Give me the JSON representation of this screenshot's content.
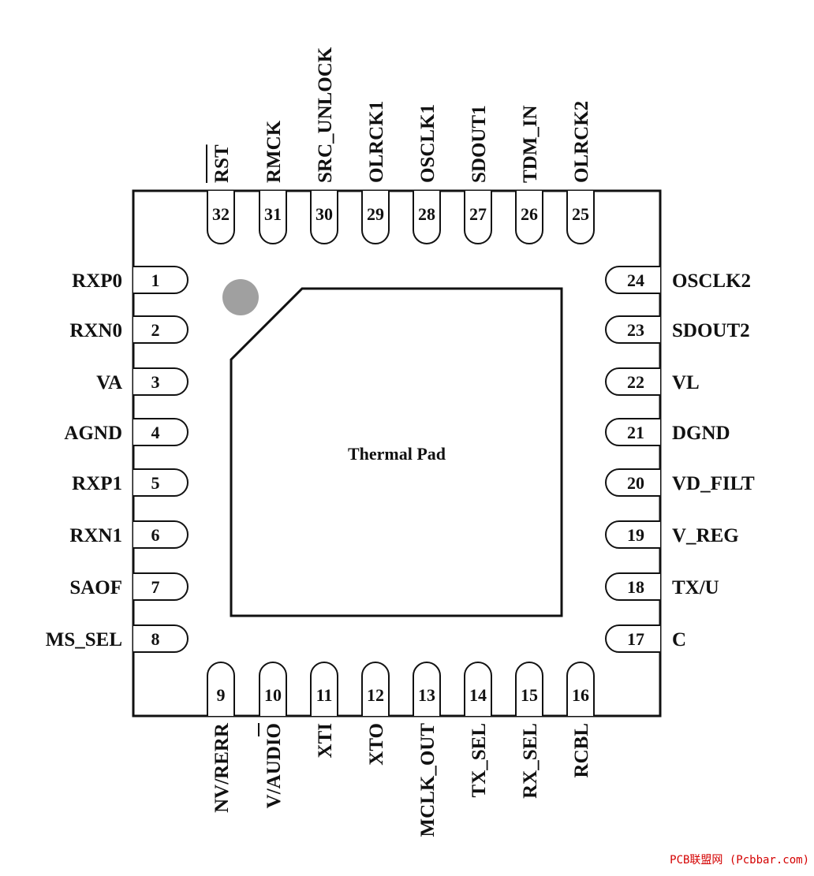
{
  "package": {
    "thermal_pad_label": "Thermal Pad",
    "pins_left": [
      {
        "num": "1",
        "name": "RXP0"
      },
      {
        "num": "2",
        "name": "RXN0"
      },
      {
        "num": "3",
        "name": "VA"
      },
      {
        "num": "4",
        "name": "AGND"
      },
      {
        "num": "5",
        "name": "RXP1"
      },
      {
        "num": "6",
        "name": "RXN1"
      },
      {
        "num": "7",
        "name": "SAOF"
      },
      {
        "num": "8",
        "name": "MS_SEL"
      }
    ],
    "pins_bottom": [
      {
        "num": "9",
        "name": "NV/RERR"
      },
      {
        "num": "10",
        "name": "V/AUDIO",
        "overline": true
      },
      {
        "num": "11",
        "name": "XTI"
      },
      {
        "num": "12",
        "name": "XTO"
      },
      {
        "num": "13",
        "name": "MCLK_OUT"
      },
      {
        "num": "14",
        "name": "TX_SEL"
      },
      {
        "num": "15",
        "name": "RX_SEL"
      },
      {
        "num": "16",
        "name": "RCBL"
      }
    ],
    "pins_right": [
      {
        "num": "24",
        "name": "OSCLK2"
      },
      {
        "num": "23",
        "name": "SDOUT2"
      },
      {
        "num": "22",
        "name": "VL"
      },
      {
        "num": "21",
        "name": "DGND"
      },
      {
        "num": "20",
        "name": "VD_FILT"
      },
      {
        "num": "19",
        "name": "V_REG"
      },
      {
        "num": "18",
        "name": "TX/U"
      },
      {
        "num": "17",
        "name": "C"
      }
    ],
    "pins_top": [
      {
        "num": "32",
        "name": "RST",
        "overline": true
      },
      {
        "num": "31",
        "name": "RMCK"
      },
      {
        "num": "30",
        "name": "SRC_UNLOCK"
      },
      {
        "num": "29",
        "name": "OLRCK1"
      },
      {
        "num": "28",
        "name": "OSCLK1"
      },
      {
        "num": "27",
        "name": "SDOUT1"
      },
      {
        "num": "26",
        "name": "TDM_IN"
      },
      {
        "num": "25",
        "name": "OLRCK2"
      }
    ],
    "pin1_marker_color": "#a0a0a0",
    "outline_color": "#111111"
  },
  "watermark": "PCB联盟网 (Pcbbar.com)"
}
